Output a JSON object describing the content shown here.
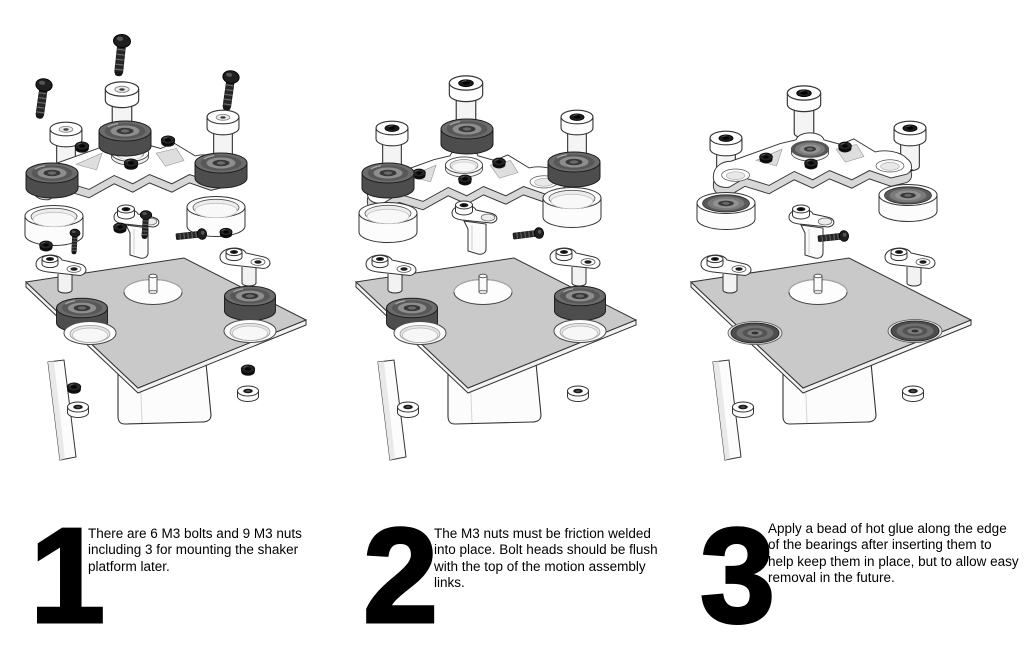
{
  "steps": [
    {
      "number": "1",
      "text": "There are 6 M3 bolts and 9 M3 nuts including 3 for mounting the shaker platform later.",
      "diagram": "exploded-view-all-parts-separated"
    },
    {
      "number": "2",
      "text": "The M3 nuts must be friction welded into place. Bolt heads should be flush with the top of the motion assembly links.",
      "diagram": "exploded-view-bolts-inserted-in-links"
    },
    {
      "number": "3",
      "text": "Apply a bead of hot glue along the edge of the bearings after inserting them to help keep them in place, but to allow easy removal in the future.",
      "diagram": "exploded-view-bearings-installed"
    }
  ],
  "colors": {
    "background": "#ffffff",
    "text": "#000000",
    "plate_gray": "#c9c9c9",
    "bearing_top": "#6c6c6c",
    "bearing_side": "#4d4d4d",
    "white_part": "#ffffff",
    "outline": "#333333",
    "fastener_black": "#1f1f1f"
  }
}
